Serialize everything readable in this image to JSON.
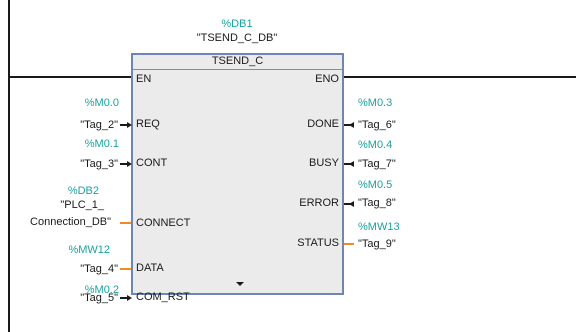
{
  "instance": {
    "address": "%DB1",
    "name": "\"TSEND_C_DB\""
  },
  "block": {
    "type": "TSEND_C",
    "en": "EN",
    "eno": "ENO"
  },
  "inputs": [
    {
      "pin": "REQ",
      "address": "%M0.0",
      "tag": "\"Tag_2\""
    },
    {
      "pin": "CONT",
      "address": "%M0.1",
      "tag": "\"Tag_3\""
    },
    {
      "pin": "CONNECT",
      "address": "%DB2",
      "tag_line1": "\"PLC_1_",
      "tag_line2": "Connection_DB\""
    },
    {
      "pin": "DATA",
      "address": "%MW12",
      "tag": "\"Tag_4\""
    },
    {
      "pin": "COM_RST",
      "address": "%M0.2",
      "tag": "\"Tag_5\""
    }
  ],
  "outputs": [
    {
      "pin": "DONE",
      "address": "%M0.3",
      "tag": "\"Tag_6\""
    },
    {
      "pin": "BUSY",
      "address": "%M0.4",
      "tag": "\"Tag_7\""
    },
    {
      "pin": "ERROR",
      "address": "%M0.5",
      "tag": "\"Tag_8\""
    },
    {
      "pin": "STATUS",
      "address": "%MW13",
      "tag": "\"Tag_9\""
    }
  ],
  "colors": {
    "address": "#19a3a0",
    "block_border": "#6d87b4",
    "block_fill": "#ebebeb",
    "word_wire": "#f08a24"
  },
  "icons": {
    "expand": "chevron-down-icon"
  }
}
